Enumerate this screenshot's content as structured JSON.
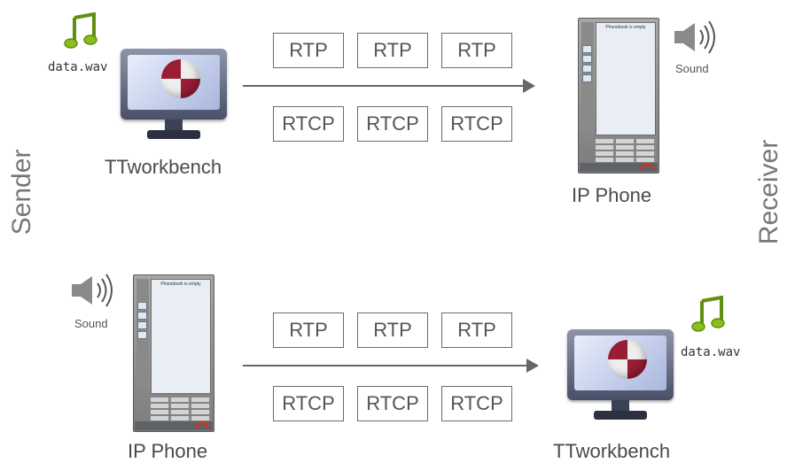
{
  "labels": {
    "sender": "Sender",
    "receiver": "Receiver"
  },
  "top_flow": {
    "file_label": "data.wav",
    "source_label": "TTworkbench",
    "destination_label": "IP Phone",
    "sound_label": "Sound",
    "phonebook_text": "Phonebook is empty",
    "rtp_packets": [
      "RTP",
      "RTP",
      "RTP"
    ],
    "rtcp_packets": [
      "RTCP",
      "RTCP",
      "RTCP"
    ]
  },
  "bottom_flow": {
    "sound_label": "Sound",
    "source_label": "IP Phone",
    "destination_label": "TTworkbench",
    "file_label": "data.wav",
    "phonebook_text": "Phonebook is empty",
    "rtp_packets": [
      "RTP",
      "RTP",
      "RTP"
    ],
    "rtcp_packets": [
      "RTCP",
      "RTCP",
      "RTCP"
    ]
  },
  "icons": {
    "music": "music-note-icon",
    "sound": "speaker-icon",
    "computer": "monitor-icon",
    "phone": "ip-phone-icon"
  },
  "colors": {
    "accent": "#9a1d36",
    "music_green": "#8bbf1e",
    "text": "#555555"
  }
}
